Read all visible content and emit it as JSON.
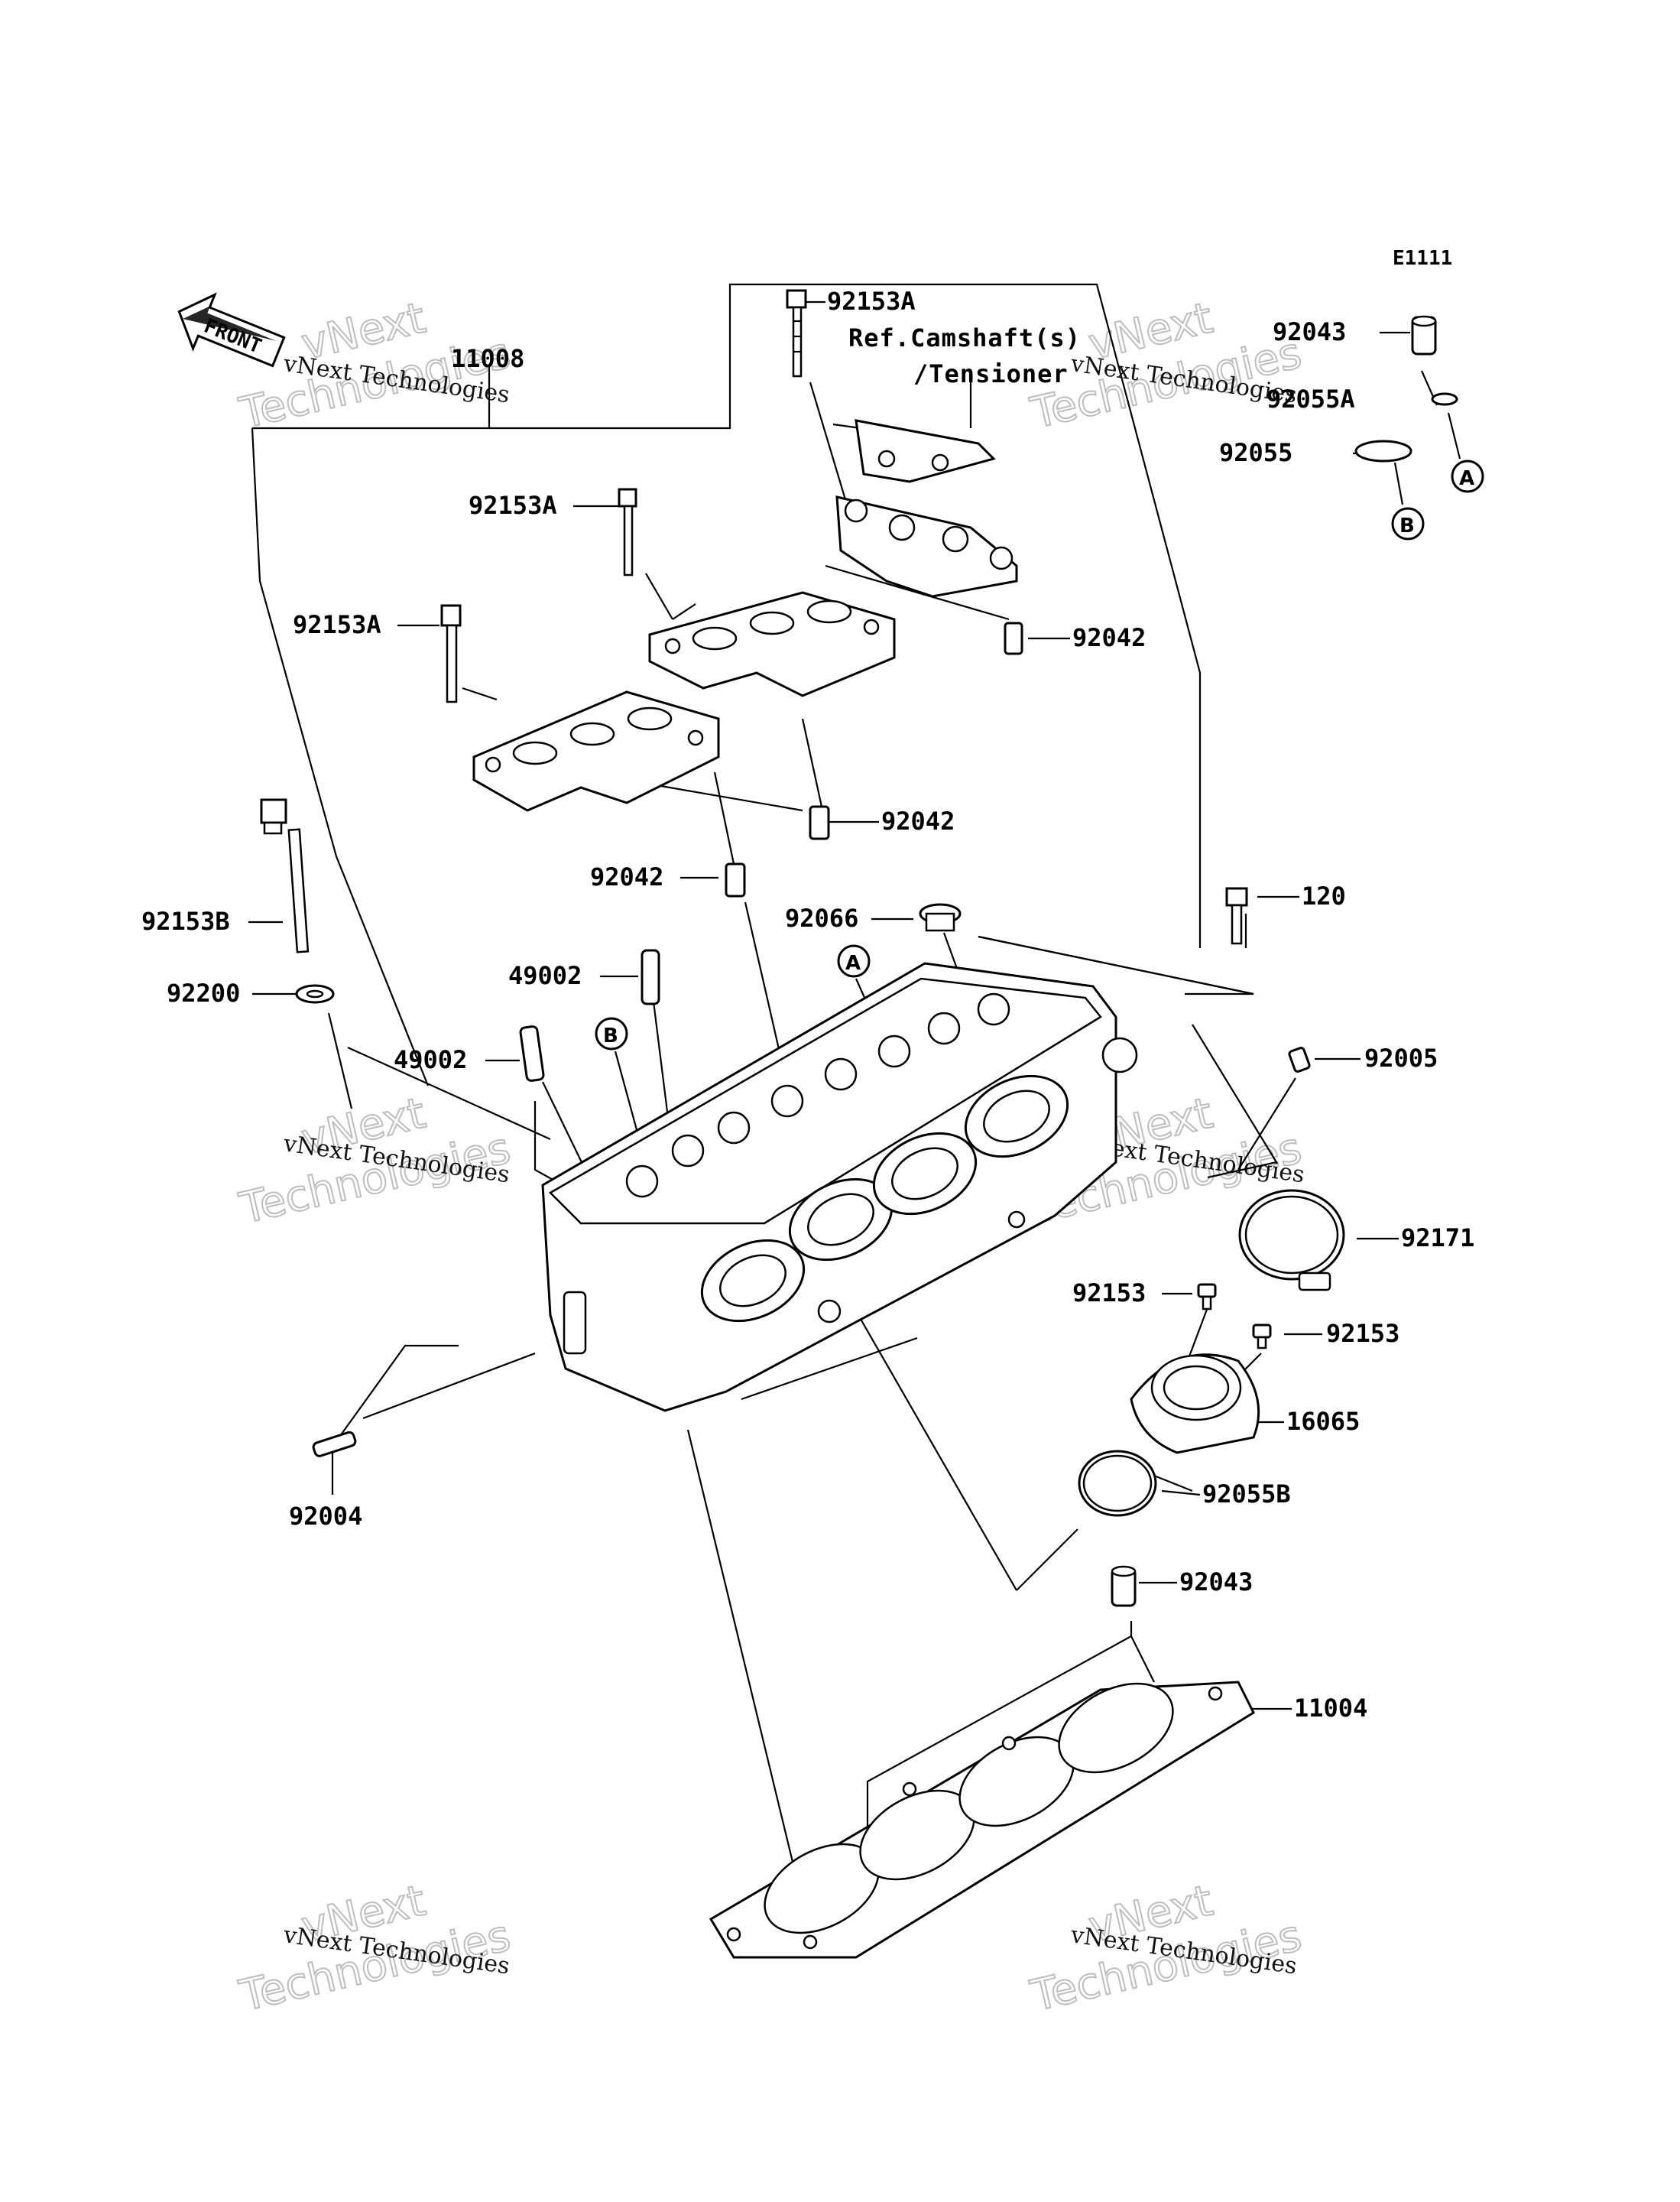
{
  "diagram": {
    "code": "E1111",
    "front_label": "FRONT",
    "ref_note": {
      "line1": "Ref.Camshaft(s)",
      "line2": "/Tensioner"
    },
    "parts": [
      {
        "id": "p-11008",
        "number": "11008"
      },
      {
        "id": "p-92153A-top",
        "number": "92153A"
      },
      {
        "id": "p-92153A-mid",
        "number": "92153A"
      },
      {
        "id": "p-92153A-left",
        "number": "92153A"
      },
      {
        "id": "p-92042-right",
        "number": "92042"
      },
      {
        "id": "p-92042-mid",
        "number": "92042"
      },
      {
        "id": "p-92042-left",
        "number": "92042"
      },
      {
        "id": "p-92043-top",
        "number": "92043"
      },
      {
        "id": "p-92055A",
        "number": "92055A"
      },
      {
        "id": "p-92055",
        "number": "92055"
      },
      {
        "id": "p-92153B",
        "number": "92153B"
      },
      {
        "id": "p-92200",
        "number": "92200"
      },
      {
        "id": "p-92066",
        "number": "92066"
      },
      {
        "id": "p-49002-top",
        "number": "49002"
      },
      {
        "id": "p-49002-bot",
        "number": "49002"
      },
      {
        "id": "p-120",
        "number": "120"
      },
      {
        "id": "p-92005",
        "number": "92005"
      },
      {
        "id": "p-92171",
        "number": "92171"
      },
      {
        "id": "p-92153-left",
        "number": "92153"
      },
      {
        "id": "p-92153-right",
        "number": "92153"
      },
      {
        "id": "p-16065",
        "number": "16065"
      },
      {
        "id": "p-92055B",
        "number": "92055B"
      },
      {
        "id": "p-92004",
        "number": "92004"
      },
      {
        "id": "p-92043-bot",
        "number": "92043"
      },
      {
        "id": "p-11004",
        "number": "11004"
      }
    ],
    "callouts": {
      "a": "A",
      "b": "B"
    },
    "watermark": {
      "line1": "vNext Technologies",
      "line2": "vNext",
      "line3": "Technologies"
    }
  }
}
